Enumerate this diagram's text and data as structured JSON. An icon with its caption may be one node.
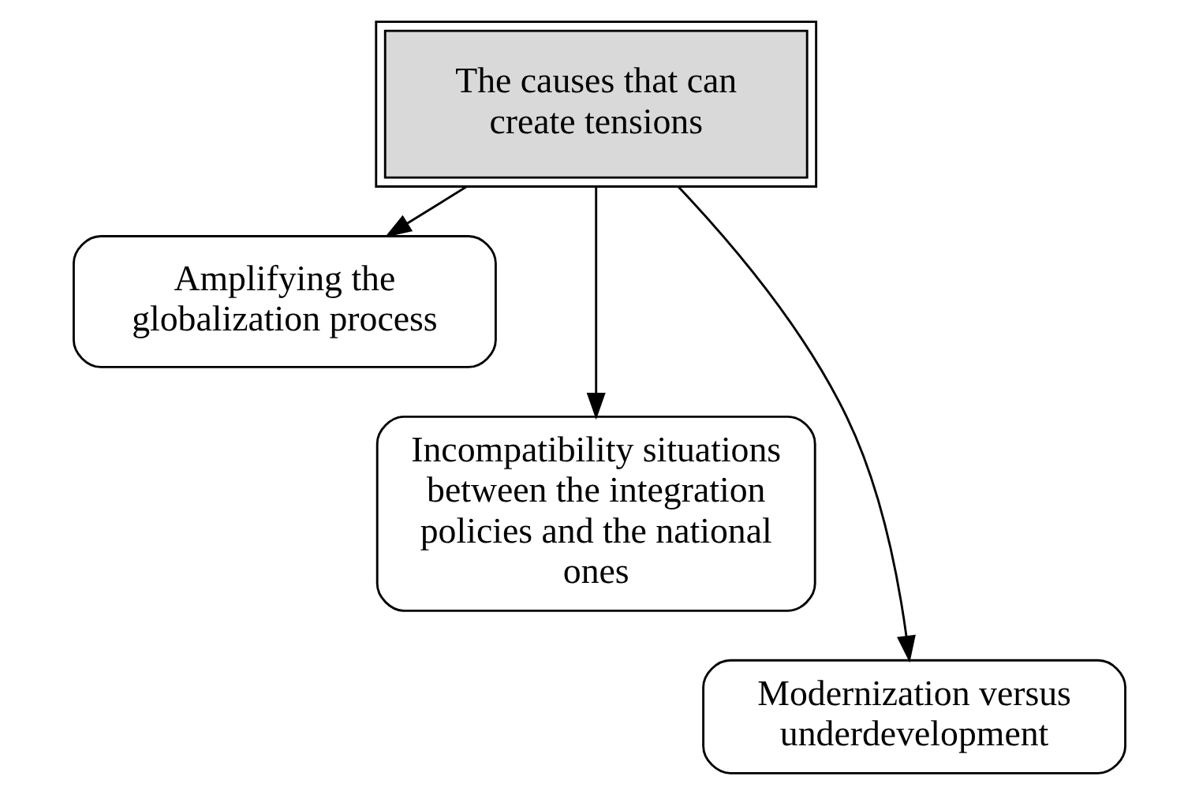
{
  "diagram": {
    "nodes": [
      {
        "text": [
          "The causes that can create tensions"
        ]
      },
      {
        "text": [
          "Amplifying the globalization process"
        ]
      },
      {
        "text": [
          "Incompatibility situations between the integration policies and the national ones"
        ]
      },
      {
        "text": [
          "Modernization versus underdevelopment"
        ]
      }
    ],
    "edges": [
      {
        "from": 0,
        "to": 1,
        "arrow": "to"
      },
      {
        "from": 0,
        "to": 2,
        "arrow": "to"
      },
      {
        "from": 0,
        "to": 3,
        "arrow": "to"
      }
    ]
  }
}
